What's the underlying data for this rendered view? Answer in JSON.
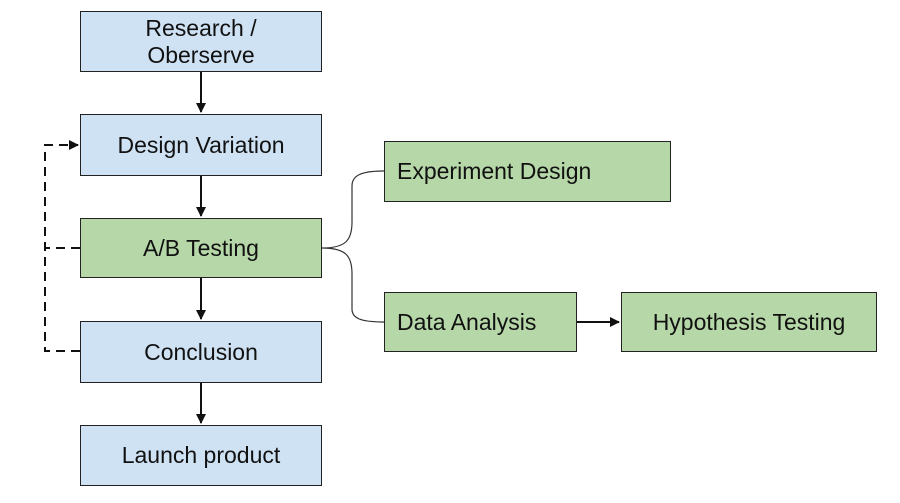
{
  "colors": {
    "process_fill": "#cfe2f3",
    "testing_fill": "#b6d7a8",
    "stroke": "#222222"
  },
  "nodes": {
    "research": {
      "line1": "Research /",
      "line2": "Oberserve"
    },
    "design_variation": "Design Variation",
    "ab_testing": "A/B Testing",
    "conclusion": "Conclusion",
    "launch_product": "Launch product",
    "experiment_design": "Experiment Design",
    "data_analysis": "Data Analysis",
    "hypothesis_testing": "Hypothesis Testing"
  }
}
